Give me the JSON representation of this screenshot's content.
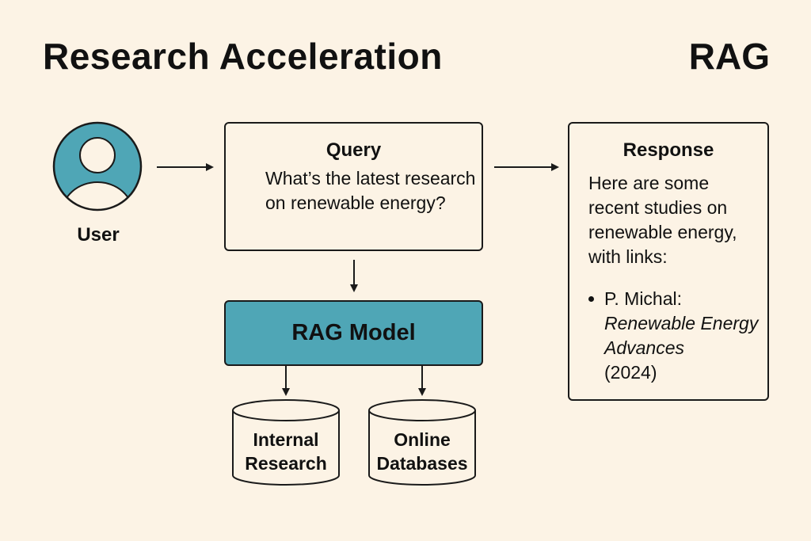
{
  "header": {
    "title": "Research Acceleration",
    "tag": "RAG"
  },
  "user": {
    "label": "User",
    "icon": "user-avatar-icon",
    "circle_color": "#4fa6b6"
  },
  "query": {
    "heading": "Query",
    "text": "What’s the latest research on renewable energy?"
  },
  "rag_model": {
    "label": "RAG Model",
    "color": "#4fa6b6"
  },
  "sources": [
    {
      "line1": "Internal",
      "line2": "Research"
    },
    {
      "line1": "Online",
      "line2": "Databases"
    }
  ],
  "response": {
    "heading": "Response",
    "text": "Here are some recent studies on renewable energy, with links:",
    "citation": {
      "author": "P. Michal:",
      "title": "Renewable Energy Advances",
      "year": "(2024)"
    }
  },
  "colors": {
    "background": "#fcf3e5",
    "accent": "#4fa6b6",
    "stroke": "#1a1a1a"
  }
}
